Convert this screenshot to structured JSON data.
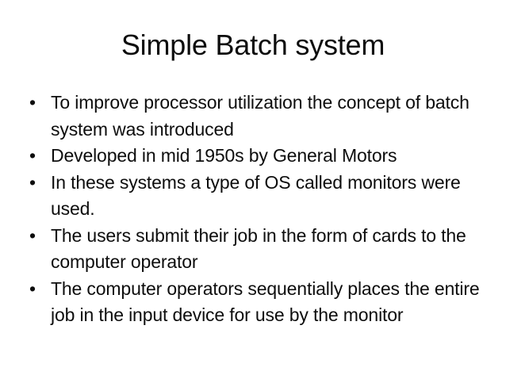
{
  "slide": {
    "title": "Simple Batch system",
    "background_color": "#ffffff",
    "text_color": "#0d0d0d",
    "bullet_marker": "•",
    "bullets": [
      {
        "marker": "•",
        "text": "To improve processor utilization the concept of batch system was introduced"
      },
      {
        "marker": "•",
        "text": "Developed in mid 1950s by General Motors"
      },
      {
        "marker": "•",
        "text": "In these systems a type of OS called monitors were used."
      },
      {
        "marker": "•",
        "text": "The users submit their job in the form of cards to the computer operator"
      },
      {
        "marker": "•",
        "text": "The computer operators sequentially places the entire job in the input device for use by the monitor"
      }
    ]
  }
}
